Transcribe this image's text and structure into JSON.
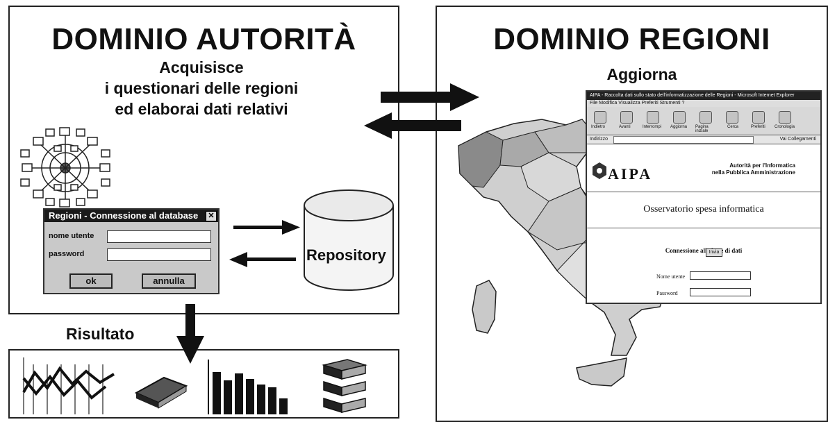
{
  "left_domain": {
    "title": "DOMINIO AUTORITÀ",
    "description": [
      "Acquisisce",
      "i questionari delle regioni",
      "ed elaborai dati relativi"
    ]
  },
  "right_domain": {
    "title": "DOMINIO REGIONI",
    "description": "Aggiorna"
  },
  "login_dialog": {
    "title": "Regioni - Connessione al database",
    "close_glyph": "✕",
    "username_label": "nome utente",
    "password_label": "password",
    "ok_label": "ok",
    "cancel_label": "annulla"
  },
  "repository": {
    "label": "Repository"
  },
  "result": {
    "label": "Risultato"
  },
  "browser": {
    "window_title": "AIPA - Raccolta dati sullo stato dell'informatizzazione delle Regioni - Microsoft Internet Explorer",
    "menu": "File   Modifica   Visualizza   Preferiti   Strumenti   ?",
    "toolbar": [
      "Indietro",
      "Avanti",
      "Interrompi",
      "Aggiorna",
      "Pagina iniziale",
      "Cerca",
      "Preferiti",
      "Cronologia"
    ],
    "address_label": "Indirizzo",
    "address_right": "Vai   Collegamenti",
    "logo": "AIPA",
    "tagline": [
      "Autorità per l'Informatica",
      "nella Pubblica Amministrazione"
    ],
    "observatory": "Osservatorio spesa informatica",
    "connection": "Connessione alla base di dati",
    "username_label": "Nome utente",
    "password_label": "Password",
    "submit_label": "Invia"
  },
  "colors": {
    "ink": "#111111",
    "panel_border": "#222222",
    "dialog_gray": "#c9c9c9",
    "map_gray": "#bdbdbd"
  }
}
